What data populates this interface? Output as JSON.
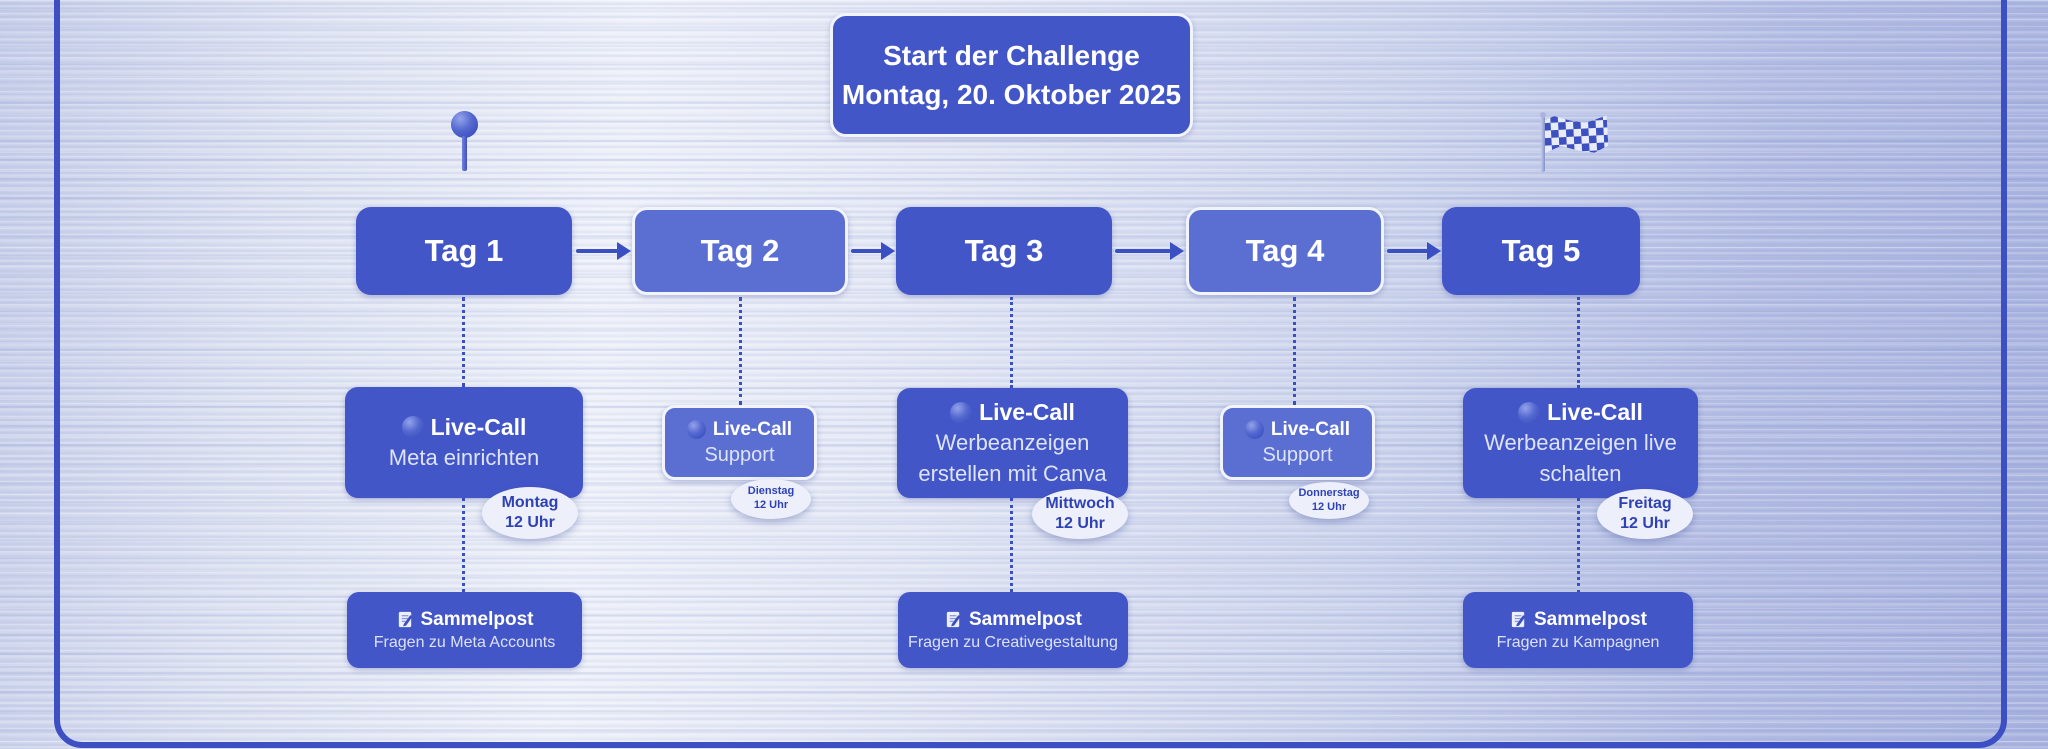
{
  "title": {
    "line1": "Start der Challenge",
    "line2": "Montag, 20. Oktober 2025"
  },
  "icons": {
    "start_marker": "pin-icon",
    "finish_marker": "checkered-flag-icon",
    "live_call_marker": "sphere-icon",
    "post_marker": "memo-icon"
  },
  "colors": {
    "box_dark": "#4356c8",
    "box_light": "#5b6fd3",
    "frame_border": "#3c50c3",
    "badge_bg": "#edf0fa",
    "badge_text": "#2e42b6",
    "background_light": "#eef1f9",
    "background_dark": "#a7b1de"
  },
  "days": [
    {
      "label": "Tag 1",
      "variant": "dark",
      "live_call": {
        "title": "Live-Call",
        "line1": "Meta einrichten",
        "line2": "",
        "badge_day": "Montag",
        "badge_time": "12 Uhr"
      },
      "post": {
        "title": "Sammelpost",
        "line": "Fragen zu Meta Accounts"
      }
    },
    {
      "label": "Tag 2",
      "variant": "light",
      "live_call": {
        "title": "Live-Call",
        "line1": "Support",
        "line2": "",
        "badge_day": "Dienstag",
        "badge_time": "12 Uhr"
      }
    },
    {
      "label": "Tag 3",
      "variant": "dark",
      "live_call": {
        "title": "Live-Call",
        "line1": "Werbeanzeigen",
        "line2": "erstellen mit Canva",
        "badge_day": "Mittwoch",
        "badge_time": "12 Uhr"
      },
      "post": {
        "title": "Sammelpost",
        "line": "Fragen zu Creativegestaltung"
      }
    },
    {
      "label": "Tag 4",
      "variant": "light",
      "live_call": {
        "title": "Live-Call",
        "line1": "Support",
        "line2": "",
        "badge_day": "Donnerstag",
        "badge_time": "12 Uhr"
      }
    },
    {
      "label": "Tag 5",
      "variant": "dark",
      "live_call": {
        "title": "Live-Call",
        "line1": "Werbeanzeigen live",
        "line2": "schalten",
        "badge_day": "Freitag",
        "badge_time": "12 Uhr"
      },
      "post": {
        "title": "Sammelpost",
        "line": "Fragen zu Kampagnen"
      }
    }
  ]
}
